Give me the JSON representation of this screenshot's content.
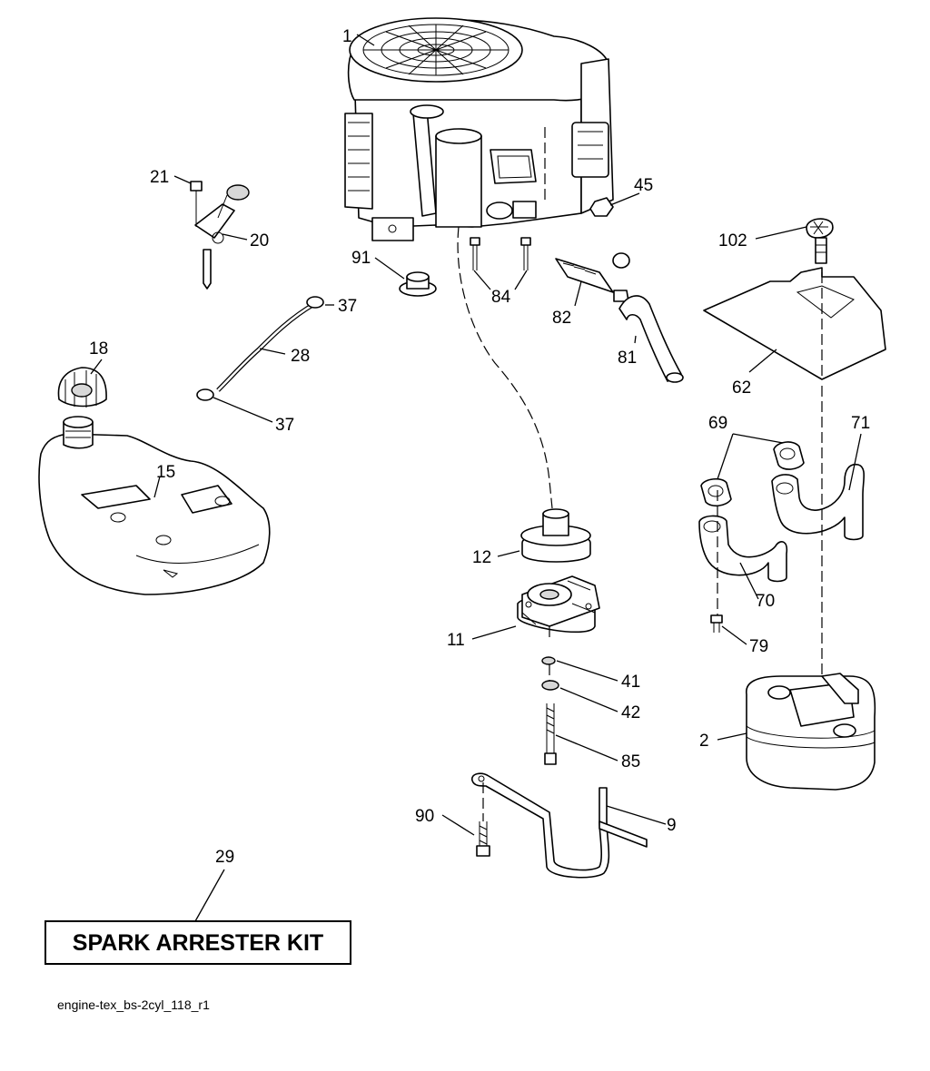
{
  "labels": {
    "engine": "1",
    "muffler": "2",
    "bracket": "9",
    "clutch": "11",
    "pulley": "12",
    "fuel_tank": "15",
    "fuel_cap": "18",
    "choke_control": "20",
    "control_bolt": "21",
    "hose": "28",
    "spark_arrester_kit": "29",
    "hose_clamp_top": "37",
    "hose_clamp_bottom": "37",
    "washer_small": "41",
    "washer_large": "42",
    "nut": "45",
    "heat_shield": "62",
    "gaskets": "69",
    "exhaust_pipe_left": "70",
    "exhaust_pipe_right": "71",
    "pipe_bolt": "79",
    "drain_hose": "81",
    "drain_valve": "82",
    "engine_bolts": "84",
    "center_bolt": "85",
    "bracket_bolt": "90",
    "bushing": "91",
    "shield_knob": "102"
  },
  "kit_box": {
    "text": "SPARK ARRESTER KIT"
  },
  "file_name": "engine-tex_bs-2cyl_118_r1"
}
